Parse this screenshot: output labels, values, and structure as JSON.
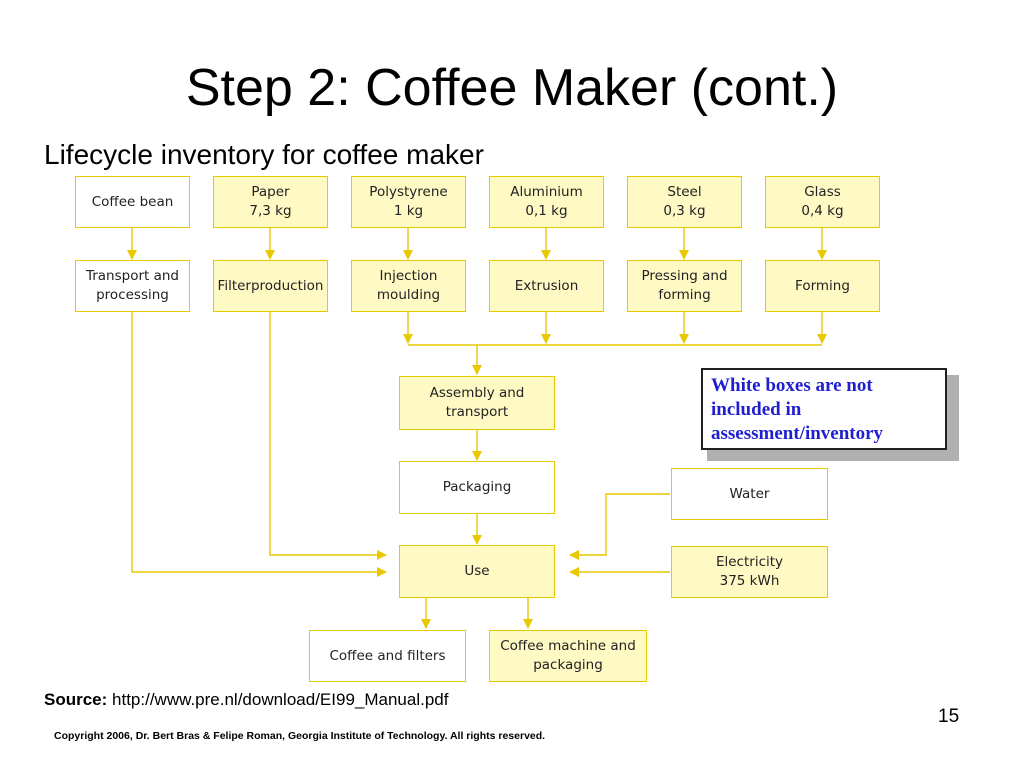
{
  "slide": {
    "title": "Step 2: Coffee Maker (cont.)",
    "subtitle": "Lifecycle inventory for coffee maker",
    "page_number": "15",
    "source_label": "Source:",
    "source_url": "http://www.pre.nl/download/EI99_Manual.pdf",
    "copyright": "Copyright 2006, Dr. Bert Bras & Felipe Roman, Georgia Institute of Technology. All rights reserved."
  },
  "note": "White boxes are not included in assessment/inventory",
  "colors": {
    "included_fill": "#fff9c4",
    "excluded_fill": "#ffffff",
    "border": "#e8c800",
    "arrow": "#e8c800",
    "note_text": "#1f1fd0"
  },
  "nodes": {
    "coffee_bean": "Coffee bean",
    "paper": "Paper\n7,3 kg",
    "polystyrene": "Polystyrene\n1 kg",
    "aluminium": "Aluminium\n0,1 kg",
    "steel": "Steel\n0,3 kg",
    "glass": "Glass\n0,4 kg",
    "transport_processing": "Transport and\nprocessing",
    "filterproduction": "Filterproduction",
    "injection_moulding": "Injection\nmoulding",
    "extrusion": "Extrusion",
    "pressing_forming": "Pressing and\nforming",
    "forming": "Forming",
    "assembly_transport": "Assembly and\ntransport",
    "packaging": "Packaging",
    "use": "Use",
    "water": "Water",
    "electricity": "Electricity\n375 kWh",
    "coffee_filters": "Coffee and filters",
    "machine_packaging": "Coffee machine and\npackaging"
  }
}
